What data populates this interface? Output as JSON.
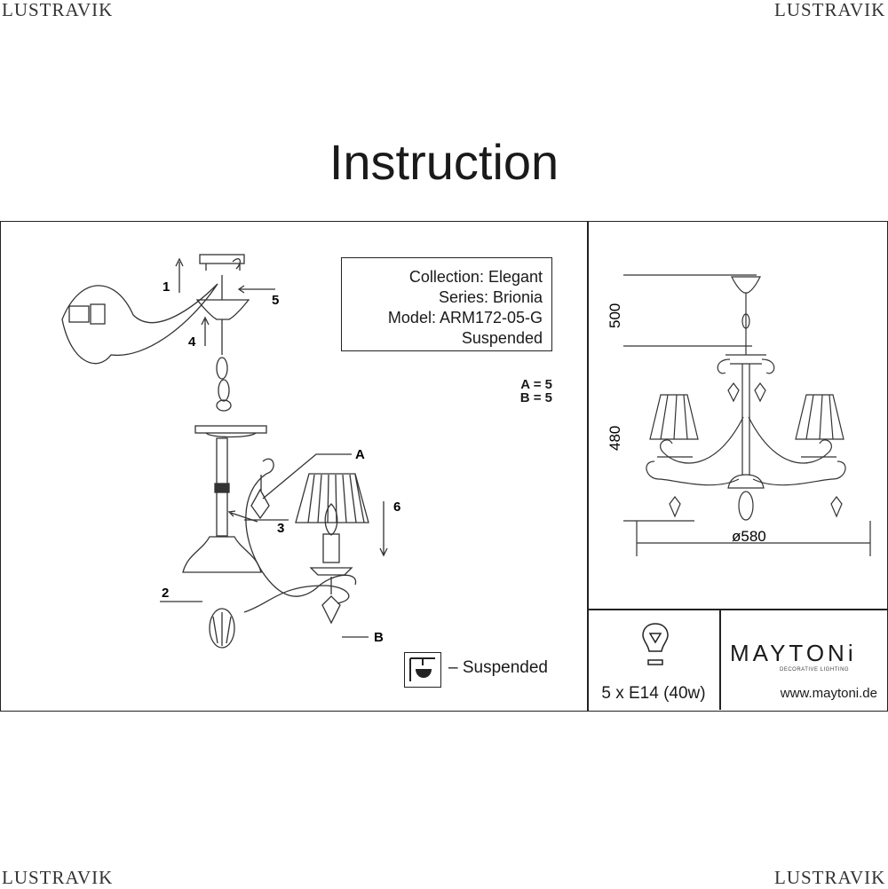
{
  "watermark": "LUSTRAVIK",
  "title": "Instruction",
  "info": {
    "collection": "Collection: Elegant",
    "series": "Series: Brionia",
    "model": "Model: ARM172-05-G",
    "type": "Suspended"
  },
  "counts": {
    "a": "A = 5",
    "b": "B = 5"
  },
  "callouts": {
    "n1": "1",
    "n2": "2",
    "n3": "3",
    "n4": "4",
    "n5": "5",
    "n6": "6",
    "a": "A",
    "b": "B"
  },
  "legend": {
    "suspended": "– Suspended"
  },
  "dimensions": {
    "top": "500",
    "body": "480",
    "diameter": "ø580"
  },
  "bulb": {
    "spec": "5 x E14 (40w)"
  },
  "brand": {
    "name": "MAYTONi",
    "tagline": "DECORATIVE LIGHTING",
    "url": "www.maytoni.de"
  }
}
